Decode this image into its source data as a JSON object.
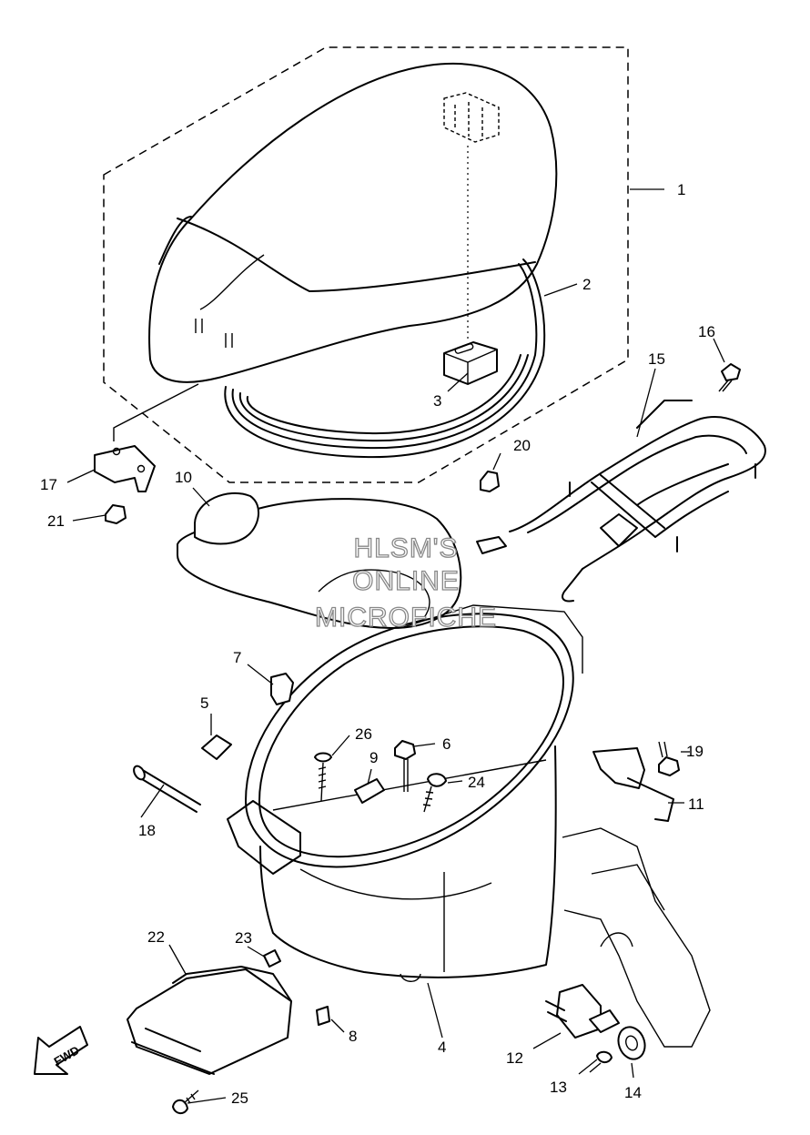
{
  "watermark": {
    "line1": "HLSM'S",
    "line2": "ONLINE",
    "line3": "MICROFICHE"
  },
  "direction_arrow": {
    "label": "FWD",
    "icon": "arrow-left-down-icon"
  },
  "callouts": [
    "1",
    "2",
    "3",
    "4",
    "5",
    "6",
    "7",
    "8",
    "9",
    "10",
    "11",
    "12",
    "13",
    "14",
    "15",
    "16",
    "17",
    "18",
    "19",
    "20",
    "21",
    "22",
    "23",
    "24",
    "25",
    "26"
  ]
}
